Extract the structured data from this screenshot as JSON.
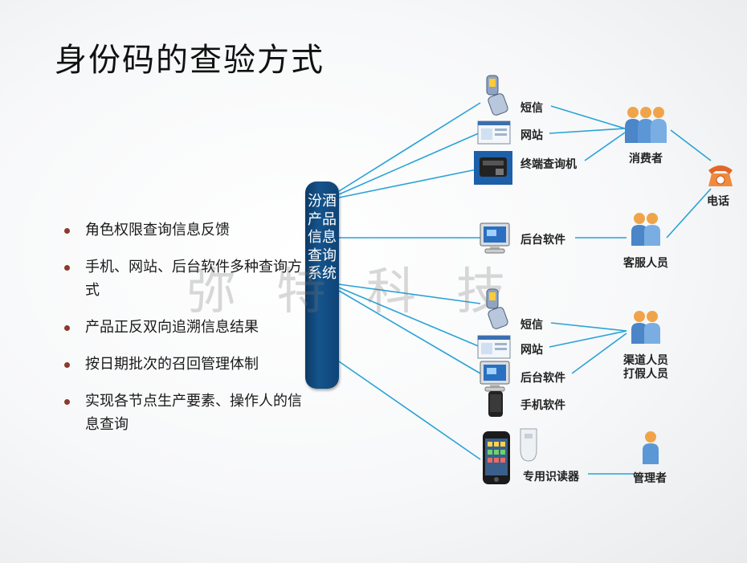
{
  "title": "身份码的查验方式",
  "bullets": [
    "角色权限查询信息反馈",
    "手机、网站、后台软件多种查询方式",
    "产品正反双向追溯信息结果",
    "按日期批次的召回管理体制",
    "实现各节点生产要素、操作人的信息查询"
  ],
  "watermark": "弥特科技",
  "system_label": "汾酒产品信息查询系统",
  "channels": {
    "sms_1": "短信",
    "web_1": "网站",
    "terminal": "终端查询机",
    "backend_1": "后台软件",
    "sms_2": "短信",
    "web_2": "网站",
    "backend_2": "后台软件",
    "mobile_software": "手机软件",
    "reader": "专用识读器"
  },
  "roles": {
    "consumer": "消费者",
    "phone": "电话",
    "service": "客服人员",
    "channel_1": "渠道人员",
    "channel_2": "打假人员",
    "manager": "管理者"
  },
  "colors": {
    "line": "#29a3d6",
    "system_box": "#0e4476",
    "bullet": "#8a3a2a"
  }
}
